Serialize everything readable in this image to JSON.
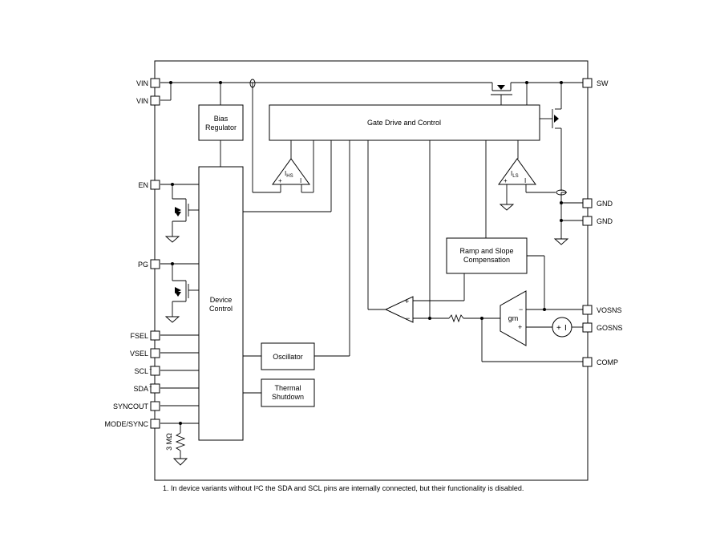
{
  "pins_left": {
    "vin1": "VIN",
    "vin2": "VIN",
    "en": "EN",
    "pg": "PG",
    "fsel": "FSEL",
    "vsel": "VSEL",
    "scl": "SCL",
    "sda": "SDA",
    "syncout": "SYNCOUT",
    "mode_sync": "MODE/SYNC"
  },
  "footnote_marks": {
    "scl": "1",
    "sda": "1"
  },
  "pins_right": {
    "sw": "SW",
    "gnd1": "GND",
    "gnd2": "GND",
    "vosns": "VOSNS",
    "gosns": "GOSNS",
    "comp": "COMP"
  },
  "blocks": {
    "bias_regulator": [
      "Bias",
      "Regulator"
    ],
    "gate_drive": "Gate Drive and Control",
    "device_control": [
      "Device",
      "Control"
    ],
    "oscillator": "Oscillator",
    "thermal_shutdown": [
      "Thermal",
      "Shutdown"
    ],
    "ramp_slope": [
      "Ramp and Slope",
      "Compensation"
    ],
    "gm_amp": "gm"
  },
  "sense_amps": {
    "hs": {
      "main": "I",
      "sub": "HS"
    },
    "ls": {
      "main": "I",
      "sub": "LS"
    }
  },
  "resistor_label": "3 MΩ",
  "footnote": "1. In device variants without I²C the SDA and SCL pins are internally connected, but their functionality is disabled."
}
